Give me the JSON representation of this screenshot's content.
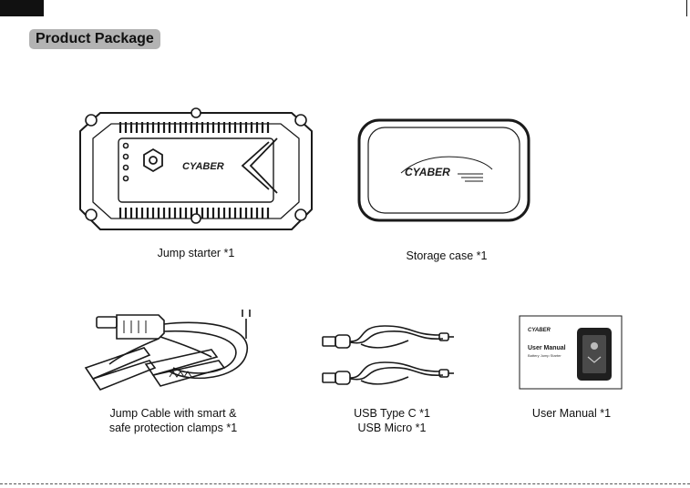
{
  "header": {
    "title": "Product Package"
  },
  "brand": {
    "logo_text": "CYABER"
  },
  "items": [
    {
      "label": "Jump starter *1"
    },
    {
      "label": "Storage case *1"
    },
    {
      "label_line1": "Jump Cable with smart &",
      "label_line2": "safe protection clamps *1"
    },
    {
      "label_line1": "USB Type C *1",
      "label_line2": "USB Micro *1"
    },
    {
      "label": "User Manual *1",
      "cover_title": "User Manual",
      "cover_subtitle": "Battery Jump Starter"
    }
  ]
}
